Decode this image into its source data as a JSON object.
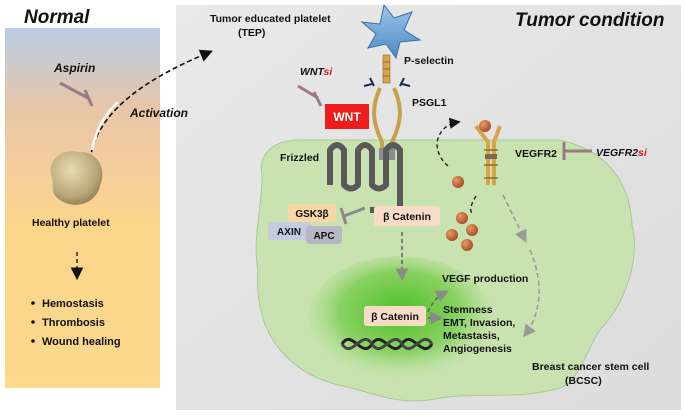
{
  "panels": {
    "normal_title": "Normal",
    "tumor_title": "Tumor condition"
  },
  "normal": {
    "aspirin": "Aspirin",
    "activation": "Activation",
    "healthy_platelet": "Healthy platelet",
    "functions": [
      "Hemostasis",
      "Thrombosis",
      "Wound healing"
    ]
  },
  "tumor": {
    "tep_line1": "Tumor educated platelet",
    "tep_line2": "(TEP)",
    "p_selectin": "P-selectin",
    "wnt_si_prefix": "WNT",
    "wnt_si_suffix": "si",
    "wnt_box": "WNT",
    "psgl1": "PSGL1",
    "frizzled": "Frizzled",
    "vegfr2": "VEGFR2",
    "vegfr2_si_prefix": "VEGFR2",
    "vegfr2_si_suffix": "si",
    "gsk3b": "GSK3β",
    "axin": "AXIN",
    "apc": "APC",
    "bcatenin_cyto": "β Catenin",
    "vegf_production": "VEGF production",
    "bcatenin_nuc": "β Catenin",
    "outcomes": [
      "Stemness",
      "EMT, Invasion,",
      "Metastasis,",
      "Angiogenesis"
    ],
    "bcsc_line1": "Breast cancer stem cell",
    "bcsc_line2": "(BCSC)"
  },
  "colors": {
    "wnt_red": "#ee1c1c",
    "si_red": "#e01818",
    "cell_green": "#c9e3b0",
    "nucleus_green": "#5cc233",
    "tep_blue": "#6fa8dc",
    "gsk3b_bg": "#f8d7a6",
    "axin_bg": "#c5cce0",
    "bcat_bg": "#f9dcc8",
    "vegf_brown": "#b4562c"
  },
  "icons": {
    "inhibit": "inhibit-arrow-icon",
    "activate": "dashed-arrow-icon"
  }
}
